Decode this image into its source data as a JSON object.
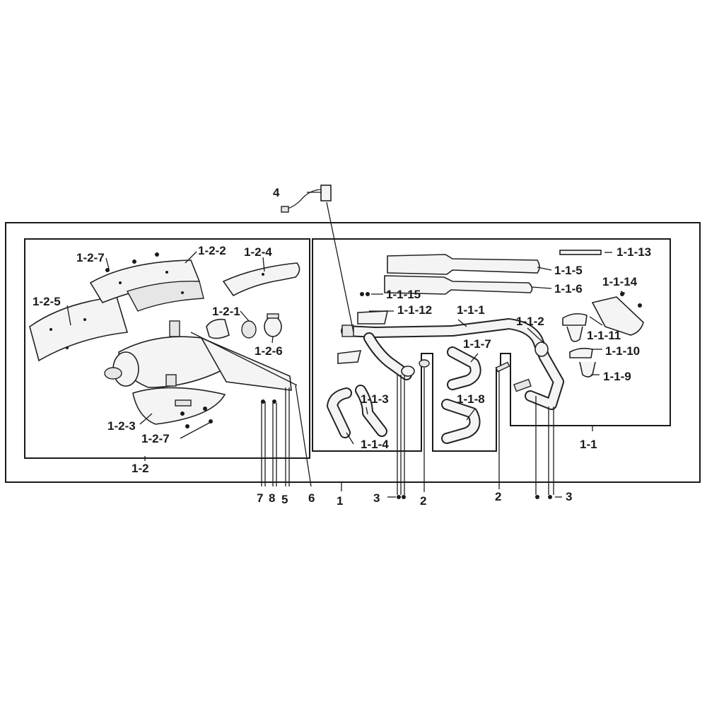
{
  "labels": {
    "l_1": "1",
    "l_1_1": "1-1",
    "l_1_2": "1-2",
    "l_2_left": "2",
    "l_2_right": "2",
    "l_3_left": "3",
    "l_3_right": "3",
    "l_4": "4",
    "l_5": "5",
    "l_6": "6",
    "l_7": "7",
    "l_8": "8",
    "l_1_2_1": "1-2-1",
    "l_1_2_2": "1-2-2",
    "l_1_2_3": "1-2-3",
    "l_1_2_4": "1-2-4",
    "l_1_2_5": "1-2-5",
    "l_1_2_6": "1-2-6",
    "l_1_2_7_top": "1-2-7",
    "l_1_2_7_bottom": "1-2-7",
    "l_1_1_1": "1-1-1",
    "l_1_1_2": "1-1-2",
    "l_1_1_3": "1-1-3",
    "l_1_1_4": "1-1-4",
    "l_1_1_5": "1-1-5",
    "l_1_1_6": "1-1-6",
    "l_1_1_7": "1-1-7",
    "l_1_1_8": "1-1-8",
    "l_1_1_9": "1-1-9",
    "l_1_1_10": "1-1-10",
    "l_1_1_11": "1-1-11",
    "l_1_1_12": "1-1-12",
    "l_1_1_13": "1-1-13",
    "l_1_1_14": "1-1-14",
    "l_1_1_15": "1-1-15"
  },
  "colors": {
    "line": "#1a1a1a",
    "part_fill": "#f4f4f4",
    "background": "#ffffff"
  }
}
